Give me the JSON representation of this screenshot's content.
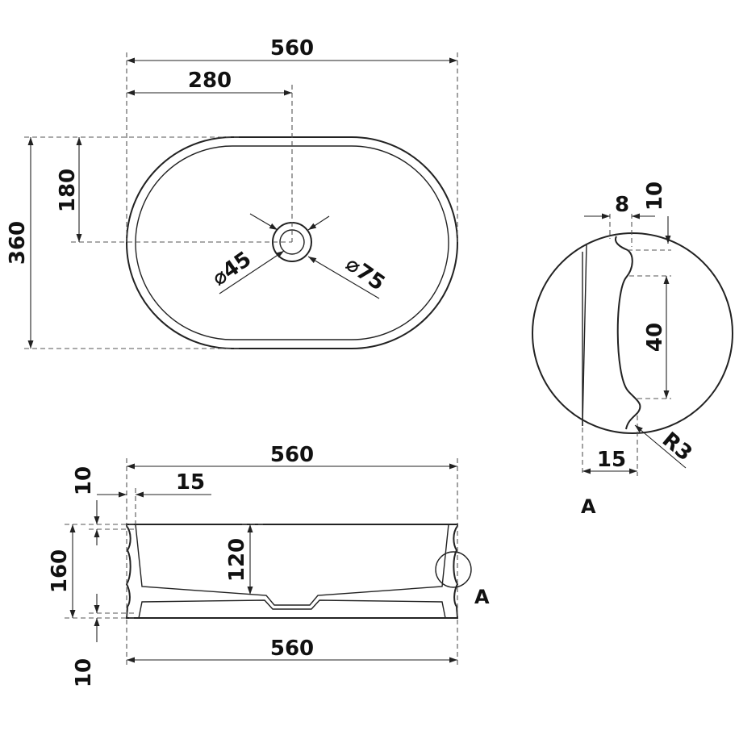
{
  "top_view": {
    "width_total": "560",
    "width_half": "280",
    "height_total": "360",
    "height_half": "180",
    "drain_inner": "⌀45",
    "drain_outer": "⌀75"
  },
  "side_view": {
    "width_top": "560",
    "width_bottom": "560",
    "rim_offset": "15",
    "rim_thickness": "10",
    "total_height": "160",
    "inner_depth": "120",
    "base_thickness": "10",
    "detail_label": "A"
  },
  "detail_a": {
    "top_width": "8",
    "top_height": "10",
    "groove_height": "40",
    "bottom_width": "15",
    "radius": "R3",
    "title": "A"
  }
}
